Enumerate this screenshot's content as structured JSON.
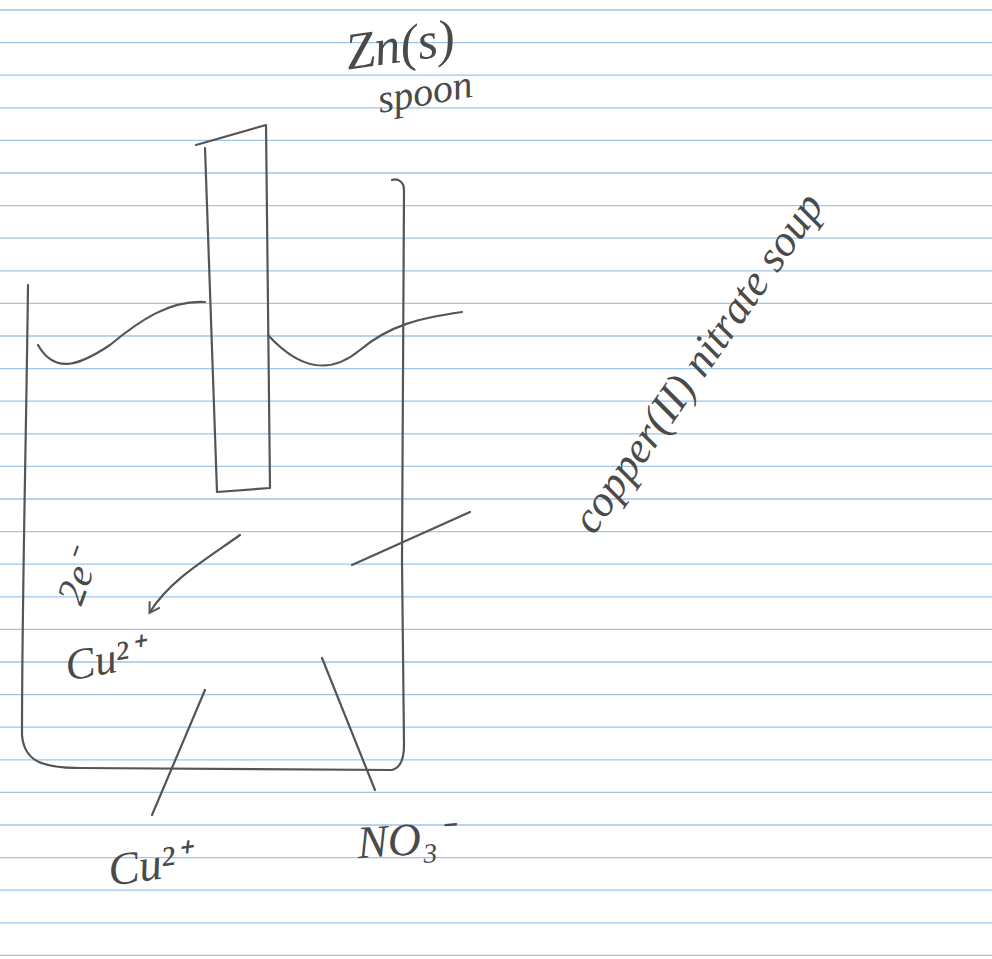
{
  "diagram": {
    "labels": [
      "Zn(s)",
      "spoon",
      "copper(II) nitrate soup",
      "2e⁻",
      "Cu²⁺",
      "Cu²⁺",
      "NO₃⁻"
    ]
  }
}
